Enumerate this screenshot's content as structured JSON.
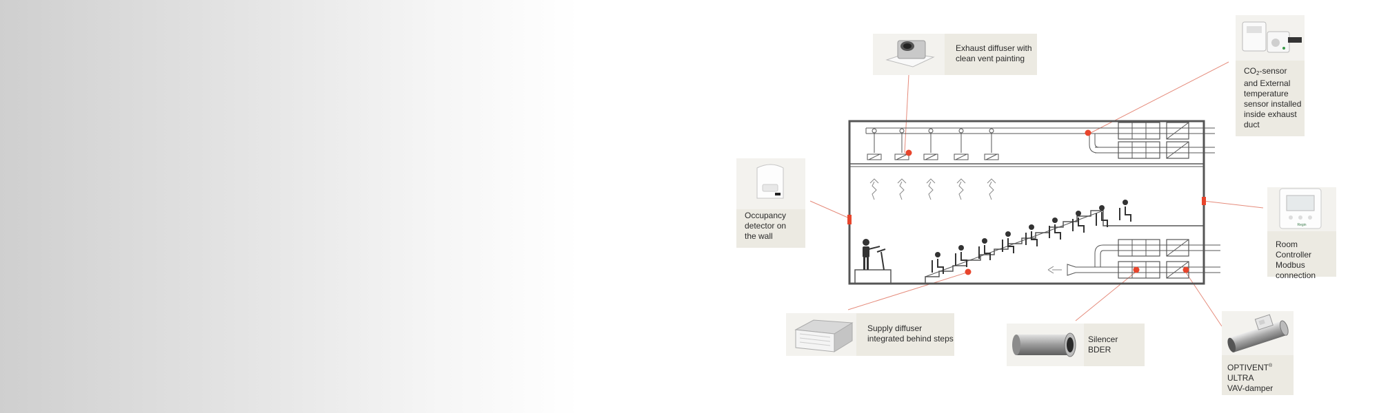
{
  "callouts": {
    "co2": {
      "prefix": "CO",
      "subscript": "2",
      "text": "-sensor\nand External\ntemperature\nsensor installed\ninside exhaust\nduct"
    },
    "exhaust": {
      "text": "Exhaust diffuser with\nclean vent painting"
    },
    "occupancy": {
      "text": "Occupancy\ndetector on\nthe wall"
    },
    "room_controller": {
      "text": "Room Controller\nModbus\nconnection",
      "device_logo": "Regin"
    },
    "supply": {
      "text": "Supply diffuser\nintegrated behind steps"
    },
    "silencer": {
      "text": "Silencer\nBDER"
    },
    "vav": {
      "brand": "OPTIVENT",
      "registered": "®",
      "text": " ULTRA\nVAV-damper"
    }
  },
  "icons": {
    "sensor_dot": "red-dot-marker",
    "exhaust_diffuser": "ceiling-diffuser-icon",
    "occupancy_detector": "motion-detector-icon",
    "room_controller": "thermostat-icon",
    "supply_diffuser": "floor-diffuser-icon",
    "silencer": "silencer-tube-icon",
    "vav_damper": "vav-damper-icon",
    "person": "seated-person-icon",
    "lecturer": "standing-lecturer-icon"
  },
  "colors": {
    "marker": "#e8452c",
    "line": "#555555",
    "leader": "#e58a7a",
    "callout_bg": "#eceae2"
  }
}
